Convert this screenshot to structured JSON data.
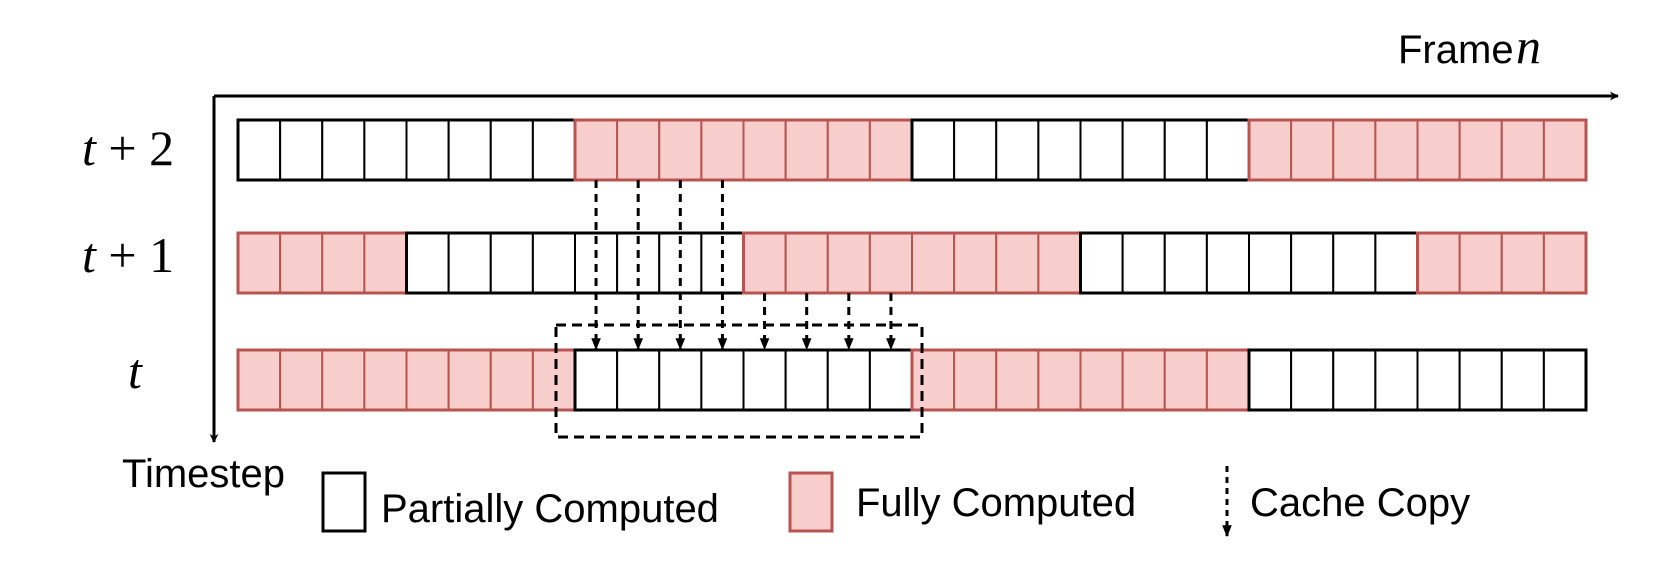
{
  "axes": {
    "x_label_text": "Frame",
    "x_label_var": "n",
    "y_label": "Timestep"
  },
  "colors": {
    "full_fill": "#f8cecc",
    "full_stroke": "#b85450",
    "partial_fill": "#ffffff",
    "partial_stroke": "#000000"
  },
  "rows": [
    {
      "label_var": "t",
      "label_rest": " + 2",
      "segments": [
        "partial",
        "full",
        "partial",
        "full"
      ]
    },
    {
      "label_var": "t",
      "label_rest": " + 1",
      "segments": [
        "full",
        "partial",
        "full",
        "partial",
        "full"
      ]
    },
    {
      "label_var": "t",
      "label_rest": "",
      "segments": [
        "full",
        "partial",
        "full",
        "partial"
      ]
    }
  ],
  "legend": {
    "partial": "Partially Computed",
    "full": "Fully Computed",
    "copy": "Cache Copy"
  }
}
